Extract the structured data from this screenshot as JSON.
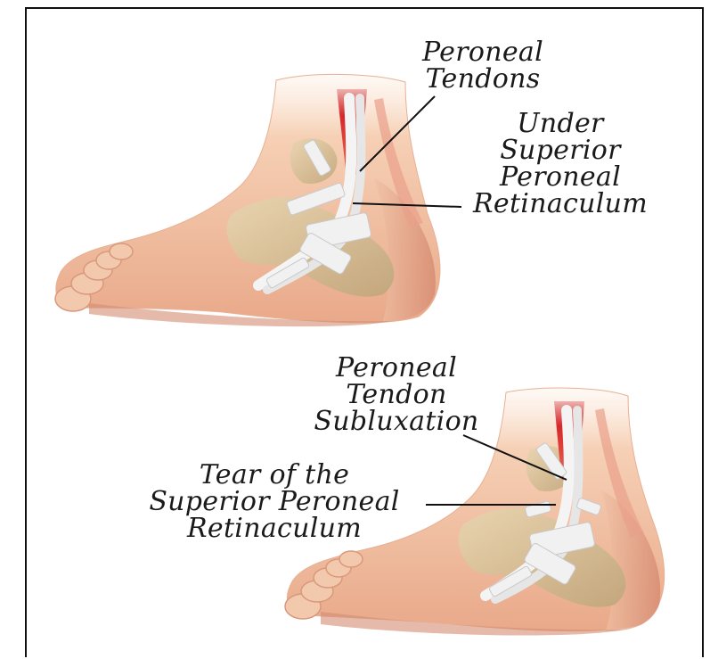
{
  "top_figure": {
    "label_tendons": [
      "Peroneal",
      "Tendons"
    ],
    "label_retinaculum": [
      "Under",
      "Superior",
      "Peroneal",
      "Retinaculum"
    ]
  },
  "bottom_figure": {
    "label_subluxation": [
      "Peroneal",
      "Tendon",
      "Subluxation"
    ],
    "label_tear": [
      "Tear of the",
      "Superior Peroneal",
      "Retinaculum"
    ]
  },
  "colors": {
    "skin": "#f1c3a6",
    "skin_shadow": "#d99478",
    "bone": "#d9c49b",
    "muscle": "#d8262b",
    "tendon": "#f2f2f2",
    "leader_line": "#111111"
  }
}
